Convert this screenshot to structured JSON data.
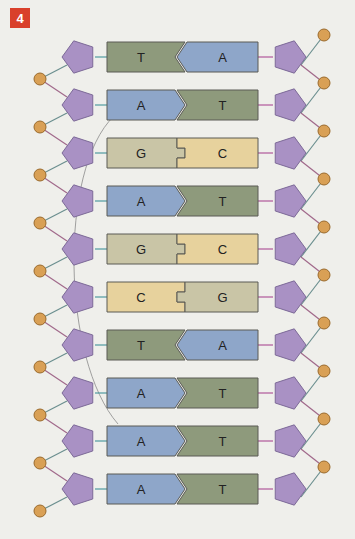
{
  "diagram": {
    "nodes": [
      {
        "text": [
          "4"
        ]
      },
      {
        "text": [
          "T"
        ]
      },
      {
        "text": [
          "A"
        ]
      },
      {
        "text": [
          "A"
        ]
      },
      {
        "text": [
          "T"
        ]
      },
      {
        "text": [
          "G"
        ]
      },
      {
        "text": [
          "C"
        ]
      },
      {
        "text": [
          "A"
        ]
      },
      {
        "text": [
          "T"
        ]
      },
      {
        "text": [
          "G"
        ]
      },
      {
        "text": [
          "C"
        ]
      },
      {
        "text": [
          "C"
        ]
      },
      {
        "text": [
          "G"
        ]
      },
      {
        "text": [
          "T"
        ]
      },
      {
        "text": [
          "A"
        ]
      },
      {
        "text": [
          "A"
        ]
      },
      {
        "text": [
          "T"
        ]
      },
      {
        "text": [
          "A"
        ]
      },
      {
        "text": [
          "T"
        ]
      },
      {
        "text": [
          "A"
        ]
      },
      {
        "text": [
          "T"
        ]
      }
    ]
  }
}
